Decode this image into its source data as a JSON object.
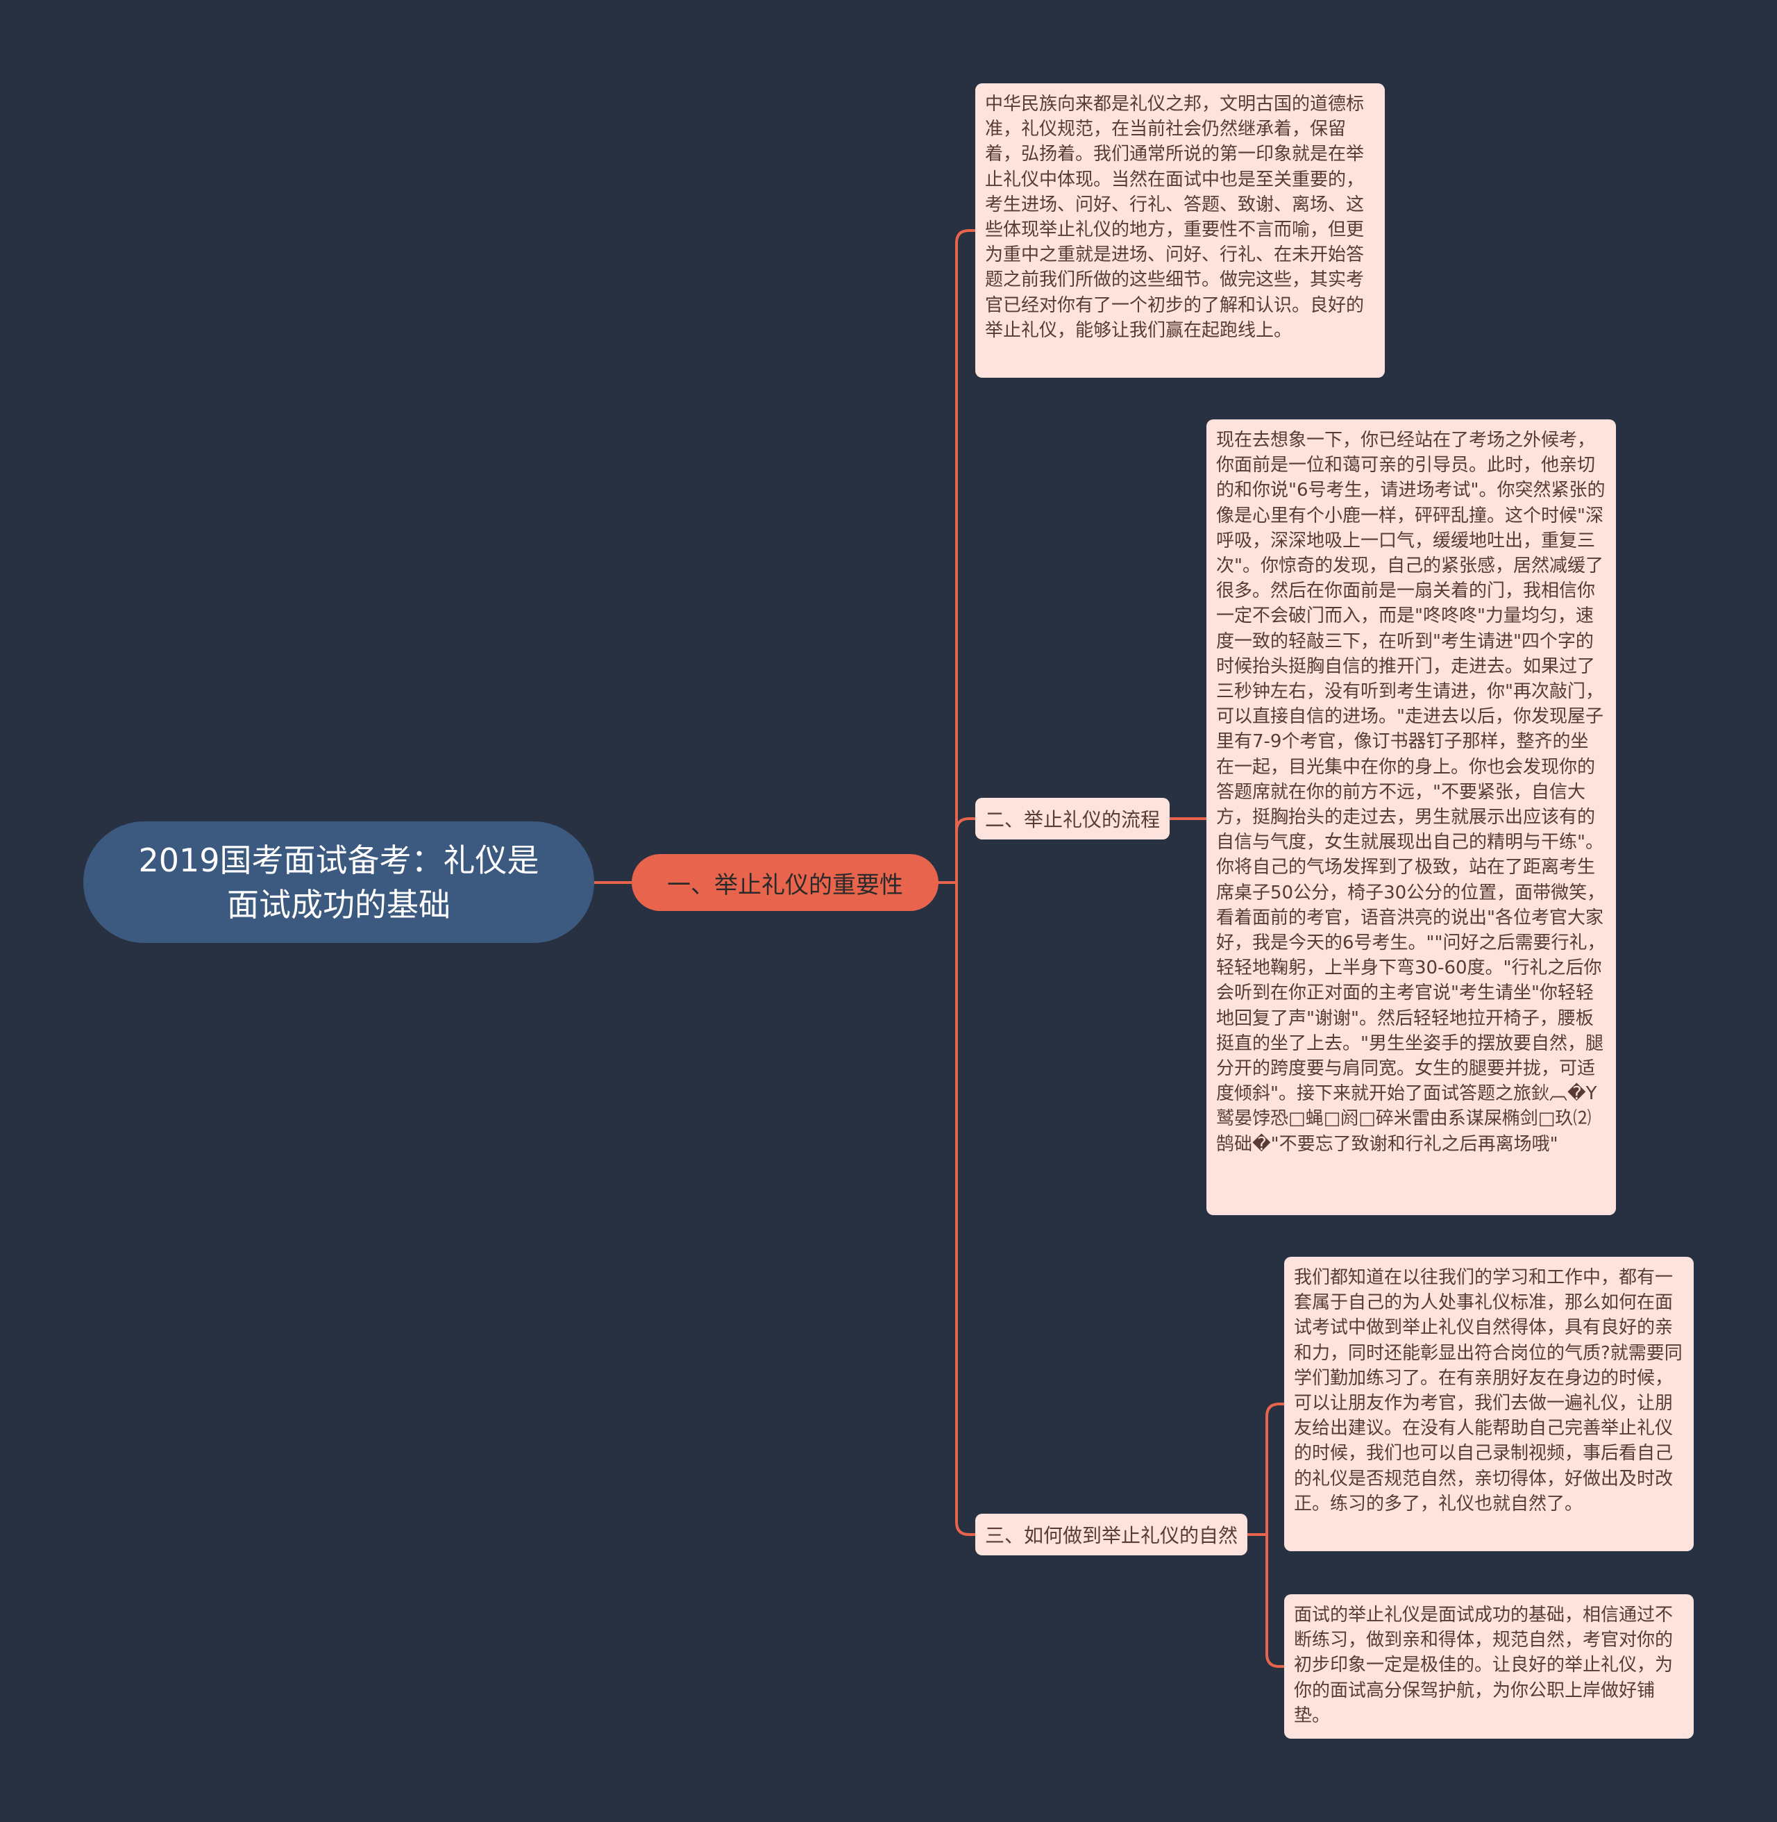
{
  "colors": {
    "background": "#283142",
    "root_fill": "#3c5a80",
    "main_topic_fill": "#e8644c",
    "node_fill": "#fde3dd",
    "connector": "#e8644c"
  },
  "root": {
    "title": "2019国考面试备考：礼仪是面试成功的基础"
  },
  "main_topic": {
    "label": "一、举止礼仪的重要性"
  },
  "subtopics": [
    {
      "label": "二、举止礼仪的流程"
    },
    {
      "label": "三、如何做到举止礼仪的自然"
    }
  ],
  "details": [
    {
      "text": "中华民族向来都是礼仪之邦，文明古国的道德标准，礼仪规范，在当前社会仍然继承着，保留着，弘扬着。我们通常所说的第一印象就是在举止礼仪中体现。当然在面试中也是至关重要的，考生进场、问好、行礼、答题、致谢、离场、这些体现举止礼仪的地方，重要性不言而喻，但更为重中之重就是进场、问好、行礼、在未开始答题之前我们所做的这些细节。做完这些，其实考官已经对你有了一个初步的了解和认识。良好的举止礼仪，能够让我们赢在起跑线上。"
    },
    {
      "text": "现在去想象一下，你已经站在了考场之外候考，你面前是一位和蔼可亲的引导员。此时，他亲切的和你说\"6号考生，请进场考试\"。你突然紧张的像是心里有个小鹿一样，砰砰乱撞。这个时候\"深呼吸，深深地吸上一口气，缓缓地吐出，重复三次\"。你惊奇的发现，自己的紧张感，居然减缓了很多。然后在你面前是一扇关着的门，我相信你一定不会破门而入，而是\"咚咚咚\"力量均匀，速度一致的轻敲三下，在听到\"考生请进\"四个字的时候抬头挺胸自信的推开门，走进去。如果过了三秒钟左右，没有听到考生请进，你\"再次敲门，可以直接自信的进场。\"走进去以后，你发现屋子里有7-9个考官，像订书器钉子那样，整齐的坐在一起，目光集中在你的身上。你也会发现你的答题席就在你的前方不远，\"不要紧张，自信大方，挺胸抬头的走过去，男生就展示出应该有的自信与气度，女生就展现出自己的精明与干练\"。你将自己的气场发挥到了极致，站在了距离考生席桌子50公分，椅子30公分的位置，面带微笑，看着面前的考官，语音洪亮的说出\"各位考官大家好，我是今天的6号考生。\"\"问好之后需要行礼，轻轻地鞠躬，上半身下弯30-60度。\"行礼之后你会听到在你正对面的主考官说\"考生请坐\"你轻轻地回复了声\"谢谢\"。然后轻轻地拉开椅子，腰板挺直的坐了上去。\"男生坐姿手的摆放要自然，腿分开的跨度要与肩同宽。女生的腿要并拢，可适度倾斜\"。接下来就开始了面试答题之旅鈥︹�Y鹫晏饽恐□蝇□阏□碎米雷由系谋屎椭剑□玖⑵鹄础�\"不要忘了致谢和行礼之后再离场哦\""
    },
    {
      "text": "我们都知道在以往我们的学习和工作中，都有一套属于自己的为人处事礼仪标准，那么如何在面试考试中做到举止礼仪自然得体，具有良好的亲和力，同时还能彰显出符合岗位的气质?就需要同学们勤加练习了。在有亲朋好友在身边的时候，可以让朋友作为考官，我们去做一遍礼仪，让朋友给出建议。在没有人能帮助自己完善举止礼仪的时候，我们也可以自己录制视频，事后看自己的礼仪是否规范自然，亲切得体，好做出及时改正。练习的多了，礼仪也就自然了。"
    },
    {
      "text": "面试的举止礼仪是面试成功的基础，相信通过不断练习，做到亲和得体，规范自然，考官对你的初步印象一定是极佳的。让良好的举止礼仪，为你的面试高分保驾护航，为你公职上岸做好铺垫。"
    }
  ]
}
